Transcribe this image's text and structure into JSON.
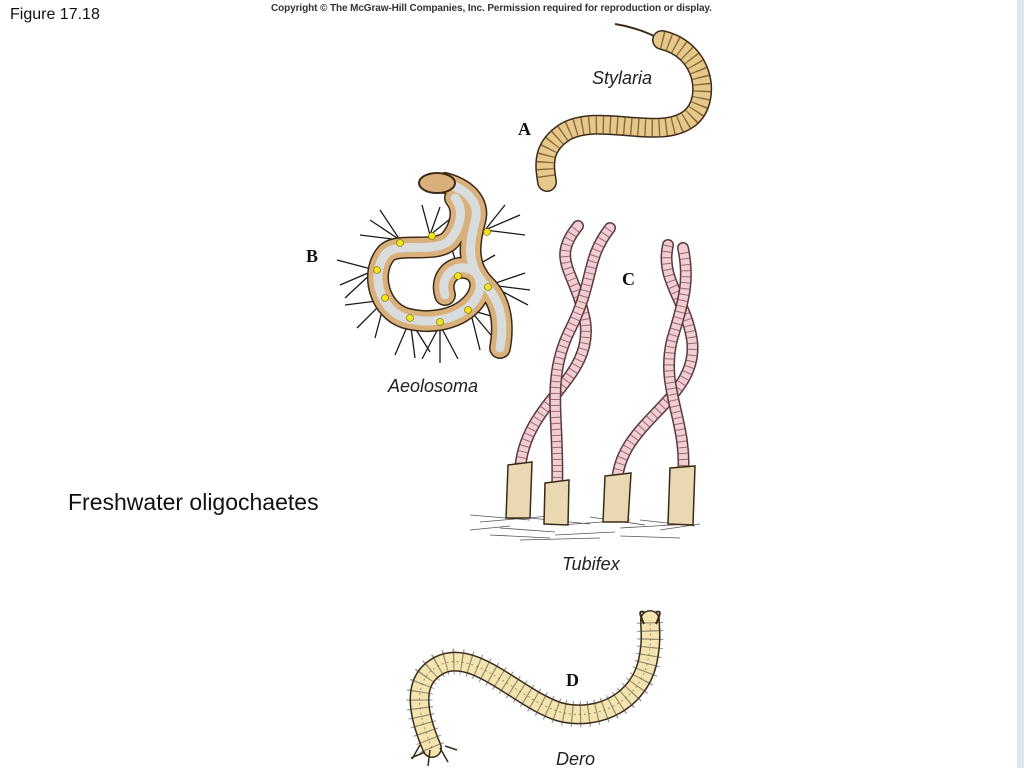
{
  "figure_label": "Figure 17.18",
  "copyright": "Copyright © The McGraw-Hill Companies, Inc. Permission required for reproduction or display.",
  "caption": "Freshwater oligochaetes",
  "panels": [
    {
      "letter": "A",
      "species": "Stylaria"
    },
    {
      "letter": "B",
      "species": "Aeolosoma"
    },
    {
      "letter": "C",
      "species": "Tubifex"
    },
    {
      "letter": "D",
      "species": "Dero"
    }
  ],
  "colors": {
    "stylaria_body": "#e6c98a",
    "aeolosoma_body": "#d9b07a",
    "aeolosoma_gut": "#d8dcdc",
    "aeolosoma_spot": "#f2e21a",
    "tubifex_body": "#f1cdd4",
    "tubifex_tube": "#ead8b2",
    "dero_body": "#f3e4b0",
    "outline": "#3a2a18"
  }
}
